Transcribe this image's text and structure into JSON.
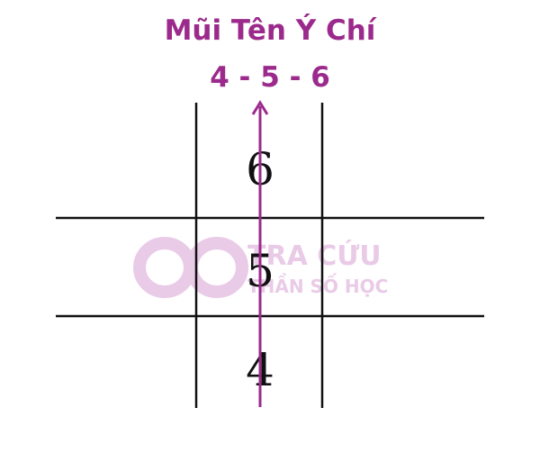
{
  "title": "Mũi Tên Ý Chí",
  "subtitle": "4 - 5 - 6",
  "grid": {
    "rows": [
      [
        "6"
      ],
      [
        "5"
      ],
      [
        "4"
      ]
    ]
  },
  "watermark": {
    "line1": "TRA CỨU",
    "line2": "THẦN SỐ HỌC",
    "icon": "infinity-icon"
  },
  "colors": {
    "accent": "#9b2a8c",
    "grid_line": "#111111",
    "watermark": "#e7c6e5"
  }
}
